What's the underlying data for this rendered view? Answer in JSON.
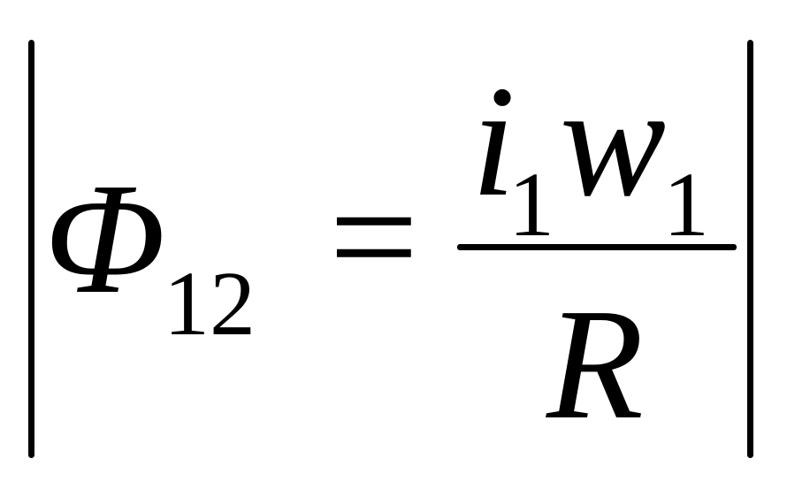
{
  "equation": {
    "lhs_symbol": "Φ",
    "lhs_subscript": "12",
    "relation": "=",
    "numerator": {
      "current_symbol": "i",
      "current_subscript": "1",
      "turns_symbol": "w",
      "turns_subscript": "1"
    },
    "denominator": "R"
  }
}
